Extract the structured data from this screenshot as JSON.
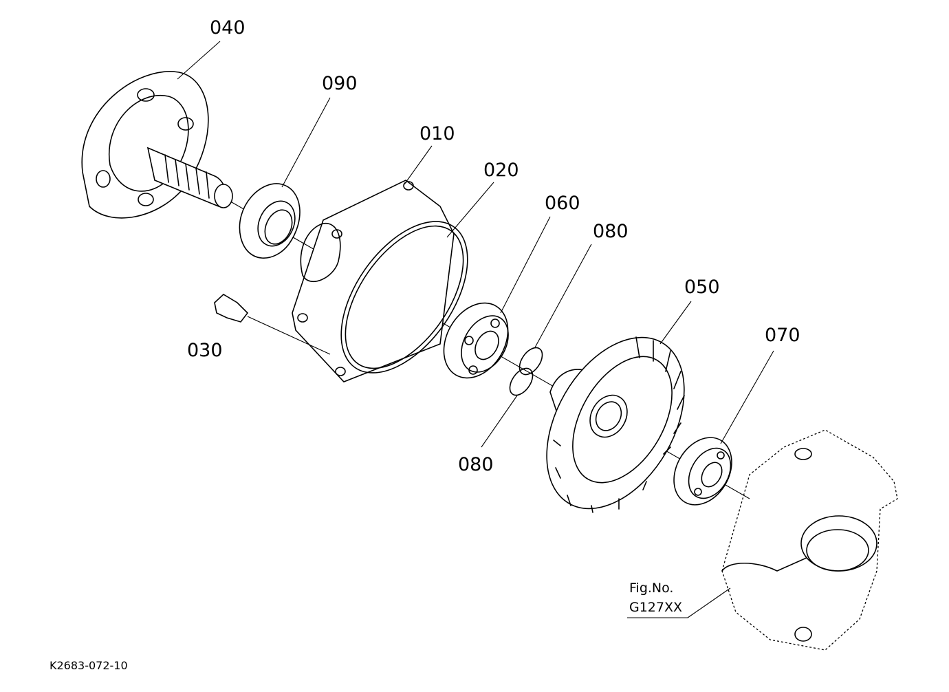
{
  "drawing_code": "K2683-072-10",
  "figure_ref": {
    "line1": "Fig.No.",
    "line2": "G127XX"
  },
  "parts": [
    {
      "id": "010",
      "label": "010"
    },
    {
      "id": "020",
      "label": "020"
    },
    {
      "id": "030",
      "label": "030"
    },
    {
      "id": "040",
      "label": "040"
    },
    {
      "id": "050",
      "label": "050"
    },
    {
      "id": "060",
      "label": "060"
    },
    {
      "id": "070",
      "label": "070"
    },
    {
      "id": "080a",
      "label": "080"
    },
    {
      "id": "080b",
      "label": "080"
    },
    {
      "id": "090",
      "label": "090"
    }
  ]
}
